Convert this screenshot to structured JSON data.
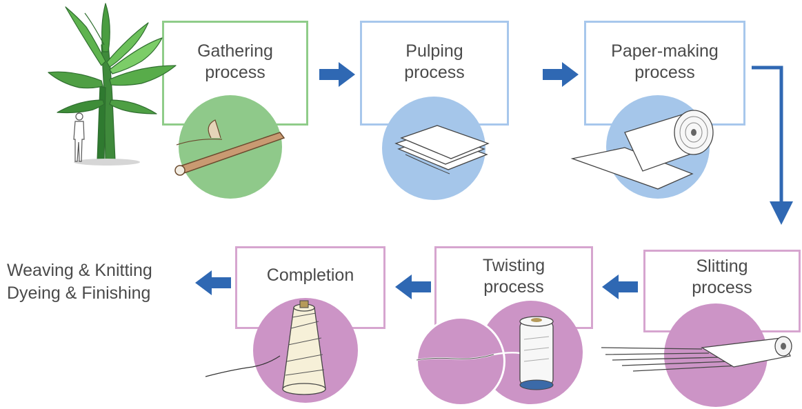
{
  "stages": [
    {
      "lines": [
        "Gathering",
        "process"
      ],
      "color": "#8fcc89",
      "icon": "banana-stem-icon"
    },
    {
      "lines": [
        "Pulping",
        "process"
      ],
      "color": "#a7c7ec",
      "icon": "pulp-sheets-icon"
    },
    {
      "lines": [
        "Paper-making",
        "process"
      ],
      "color": "#a7c7ec",
      "icon": "paper-roll-icon"
    },
    {
      "lines": [
        "Slitting",
        "process"
      ],
      "color": "#d6a5cf",
      "icon": "slit-roll-icon"
    },
    {
      "lines": [
        "Twisting",
        "process"
      ],
      "color": "#d6a5cf",
      "icon": "twisted-yarn-icon"
    },
    {
      "lines": [
        "Completion"
      ],
      "color": "#d6a5cf",
      "icon": "yarn-cone-icon"
    }
  ],
  "final_step": {
    "lines": [
      "Weaving & Knitting",
      "Dyeing & Finishing"
    ]
  },
  "decorations": [
    "banana-plant-icon",
    "human-figure-icon"
  ],
  "arrow_color": "#2f68b3"
}
